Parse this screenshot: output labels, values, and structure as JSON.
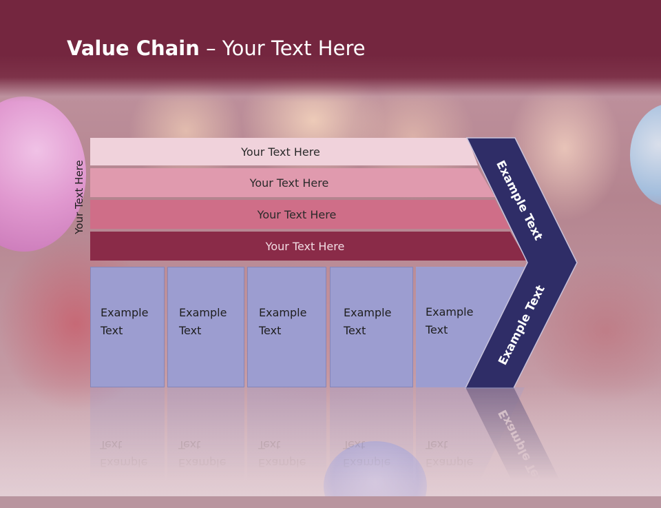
{
  "slide": {
    "title_bold": "Value Chain",
    "title_rest": " – Your Text Here",
    "side_label": "Your Text Here"
  },
  "bars": [
    {
      "label": "Your Text Here",
      "color": "#f0d2db"
    },
    {
      "label": "Your Text Here",
      "color": "#e09aae"
    },
    {
      "label": "Your Text Here",
      "color": "#cf6e88"
    },
    {
      "label": "Your Text Here",
      "color": "#8a2b48"
    }
  ],
  "columns": [
    {
      "line1": "Example",
      "line2": "Text"
    },
    {
      "line1": "Example",
      "line2": "Text"
    },
    {
      "line1": "Example",
      "line2": "Text"
    },
    {
      "line1": "Example",
      "line2": "Text"
    },
    {
      "line1": "Example",
      "line2": "Text"
    }
  ],
  "chevron": {
    "upper_text": "Example Text",
    "lower_text": "Example Text",
    "color": "#2f2d67"
  },
  "colors": {
    "header": "#74263f",
    "column_fill": "#9c9dd0"
  }
}
